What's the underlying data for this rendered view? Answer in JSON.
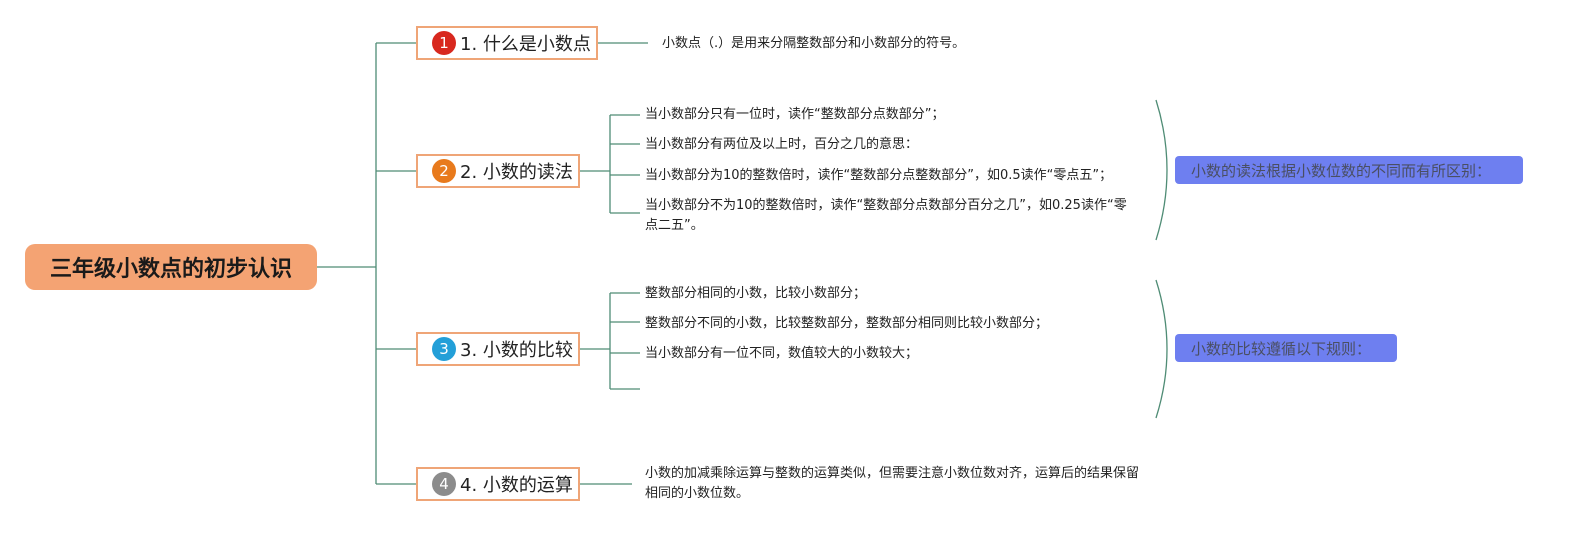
{
  "root": {
    "title": "三年级小数点的初步认识"
  },
  "colors": {
    "root_bg": "#f4a373",
    "line": "#4f8c75",
    "branch_border": "#efa577",
    "note_bg": "#6e7ff0",
    "badge1": "#d8281e",
    "badge2": "#e87a1c",
    "badge3": "#239fd8",
    "badge4": "#8c8c8c"
  },
  "branches": [
    {
      "num": "1",
      "label": "1. 什么是小数点",
      "items": [
        "小数点（.）是用来分隔整数部分和小数部分的符号。"
      ]
    },
    {
      "num": "2",
      "label": "2. 小数的读法",
      "items": [
        "当小数部分只有一位时，读作“整数部分点数部分”；",
        "当小数部分有两位及以上时，百分之几的意思：",
        "当小数部分为10的整数倍时，读作“整数部分点整数部分”，如0.5读作“零点五”；",
        "当小数部分不为10的整数倍时，读作“整数部分点数部分百分之几”，如0.25读作“零点二五”。"
      ],
      "note": "小数的读法根据小数位数的不同而有所区别："
    },
    {
      "num": "3",
      "label": "3. 小数的比较",
      "items": [
        "整数部分相同的小数，比较小数部分；",
        "整数部分不同的小数，比较整数部分，整数部分相同则比较小数部分；",
        "当小数部分有一位不同，数值较大的小数较大；",
        ""
      ],
      "note": "小数的比较遵循以下规则："
    },
    {
      "num": "4",
      "label": "4. 小数的运算",
      "items": [
        "小数的加减乘除运算与整数的运算类似，但需要注意小数位数对齐，运算后的结果保留相同的小数位数。"
      ]
    }
  ]
}
